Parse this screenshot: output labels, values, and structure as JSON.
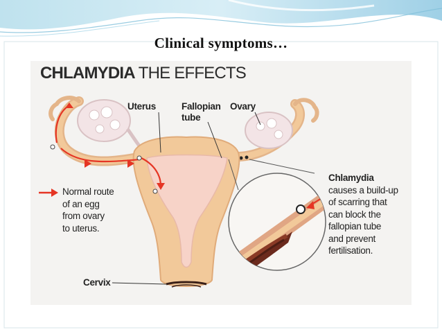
{
  "slide": {
    "title": "Clinical symptoms…"
  },
  "figure": {
    "heading_bold": "CHLAMYDIA",
    "heading_light": "THE EFFECTS",
    "labels": {
      "uterus": "Uterus",
      "fallopian_1": "Fallopian",
      "fallopian_2": "tube",
      "ovary": "Ovary",
      "cervix": "Cervix"
    },
    "legend": {
      "lines": [
        "Normal route",
        "of an egg",
        "from ovary",
        "to uterus."
      ]
    },
    "note": {
      "title": "Chlamydia",
      "lines": [
        "causes a build-up",
        "of scarring that",
        "can block the",
        "fallopian tube",
        "and prevent",
        "fertilisation."
      ]
    },
    "colors": {
      "uterus_fill": "#f2c99a",
      "cavity_fill": "#f7d3c8",
      "ovary_fill": "#f3e4e6",
      "arrow": "#e53524",
      "scar": "#6b2a1d"
    }
  }
}
